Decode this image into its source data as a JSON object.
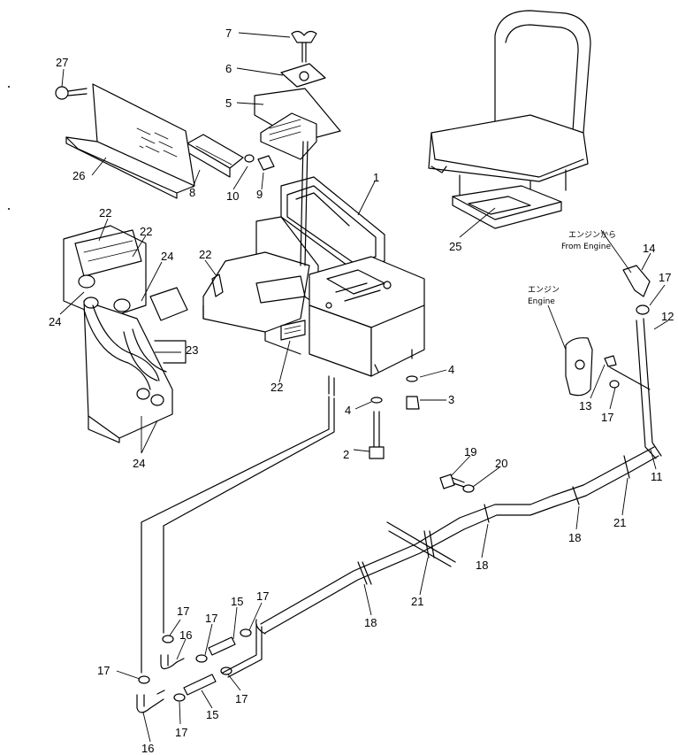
{
  "labels": {
    "n1": "1",
    "n2": "2",
    "n3": "3",
    "n4a": "4",
    "n4b": "4",
    "n5": "5",
    "n6": "6",
    "n7": "7",
    "n8": "8",
    "n9": "9",
    "n10": "10",
    "n11": "11",
    "n12": "12",
    "n13": "13",
    "n14": "14",
    "n15a": "15",
    "n15b": "15",
    "n16a": "16",
    "n16b": "16",
    "n17a": "17",
    "n17b": "17",
    "n17c": "17",
    "n17d": "17",
    "n17e": "17",
    "n17f": "17",
    "n17g": "17",
    "n17h": "17",
    "n18a": "18",
    "n18b": "18",
    "n18c": "18",
    "n19": "19",
    "n20": "20",
    "n21a": "21",
    "n21b": "21",
    "n22a": "22",
    "n22b": "22",
    "n22c": "22",
    "n22d": "22",
    "n23": "23",
    "n24a": "24",
    "n24b": "24",
    "n24c": "24",
    "n25": "25",
    "n26": "26",
    "n27": "27"
  },
  "notes": {
    "from_engine_jp": "エンジンから",
    "from_engine_en": "From Engine",
    "engine_jp": "エンジン",
    "engine_en": "Engine"
  }
}
